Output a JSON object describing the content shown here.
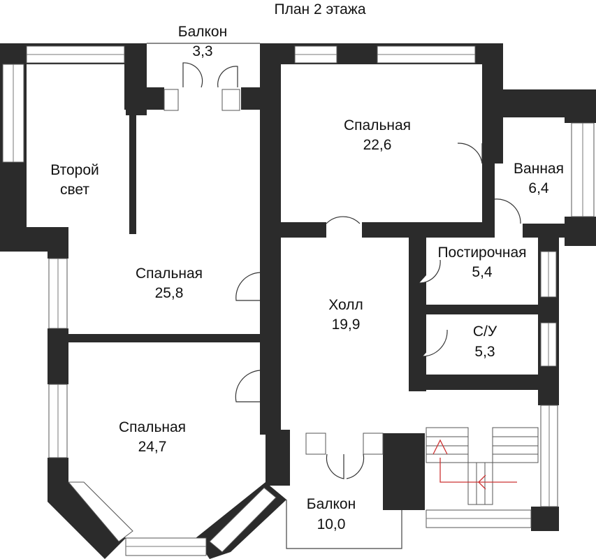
{
  "title": "План 2 этажа",
  "rooms": [
    {
      "id": "balcony-top",
      "name": "Балкон",
      "area": "3,3"
    },
    {
      "id": "second-light",
      "name": "Второй",
      "name2": "свет"
    },
    {
      "id": "bedroom-ne",
      "name": "Спальная",
      "area": "22,6"
    },
    {
      "id": "bathroom",
      "name": "Ванная",
      "area": "6,4"
    },
    {
      "id": "bedroom-w",
      "name": "Спальная",
      "area": "25,8"
    },
    {
      "id": "laundry",
      "name": "Постирочная",
      "area": "5,4"
    },
    {
      "id": "hall",
      "name": "Холл",
      "area": "19,9"
    },
    {
      "id": "wc",
      "name": "С/У",
      "area": "5,3"
    },
    {
      "id": "bedroom-sw",
      "name": "Спальная",
      "area": "24,7"
    },
    {
      "id": "balcony-bottom",
      "name": "Балкон",
      "area": "10,0"
    }
  ],
  "colors": {
    "wall": "#2b2b2b",
    "background": "#ffffff",
    "stair_arrow": "#cc3333"
  }
}
